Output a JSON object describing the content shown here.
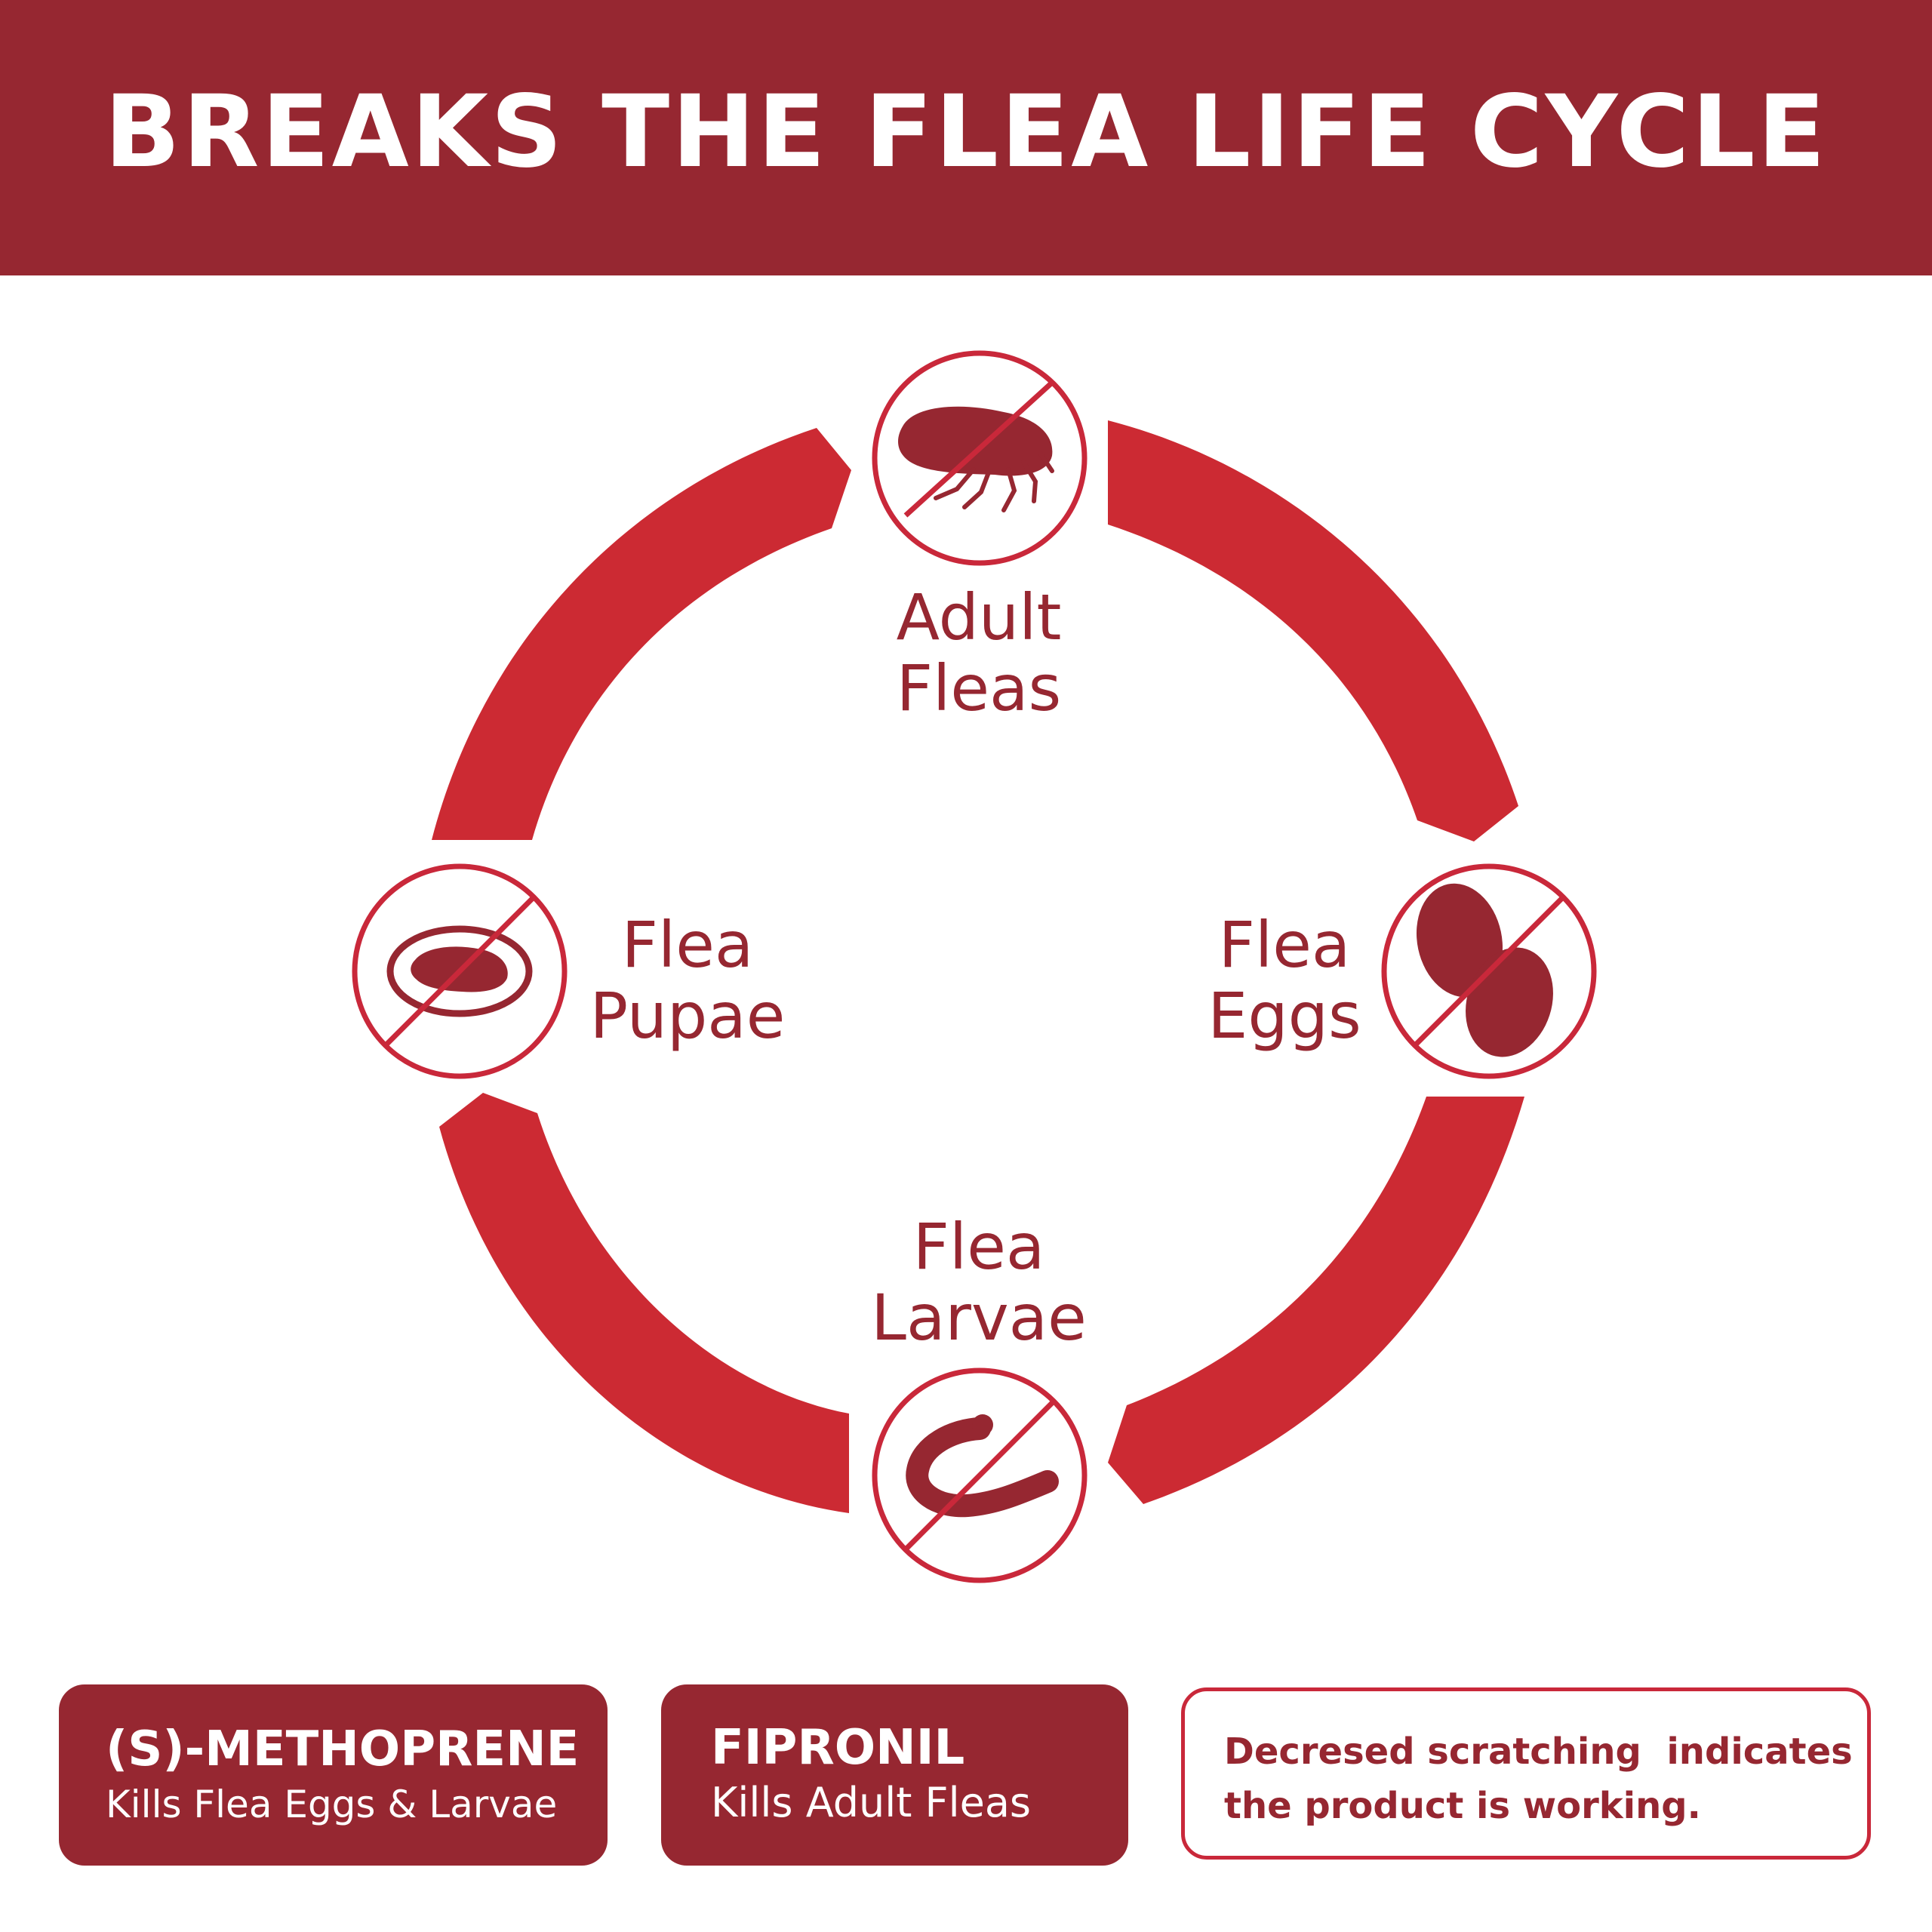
{
  "title": "BREAKS THE FLEA LIFE CYCLE",
  "colors": {
    "banner": "#962731",
    "ring": "#cc2a33",
    "icon": "#962731",
    "badge_border": "#c9283a",
    "text": "#962731"
  },
  "stages": [
    {
      "line1": "Adult",
      "line2": "Fleas",
      "icon": "adult-flea-icon"
    },
    {
      "line1": "Flea",
      "line2": "Eggs",
      "icon": "flea-eggs-icon"
    },
    {
      "line1": "Flea",
      "line2": "Larvae",
      "icon": "flea-larva-icon"
    },
    {
      "line1": "Flea",
      "line2": "Pupae",
      "icon": "flea-pupa-icon"
    }
  ],
  "cards": {
    "methoprene": {
      "title": "(S)-METHOPRENE",
      "subtitle": "Kills Flea Eggs & Larvae"
    },
    "fipronil": {
      "title": "FIPRONIL",
      "subtitle": "Kills Adult Fleas"
    },
    "note": {
      "line1": "Decresed scratching  indicates",
      "line2": "the product is working."
    }
  }
}
